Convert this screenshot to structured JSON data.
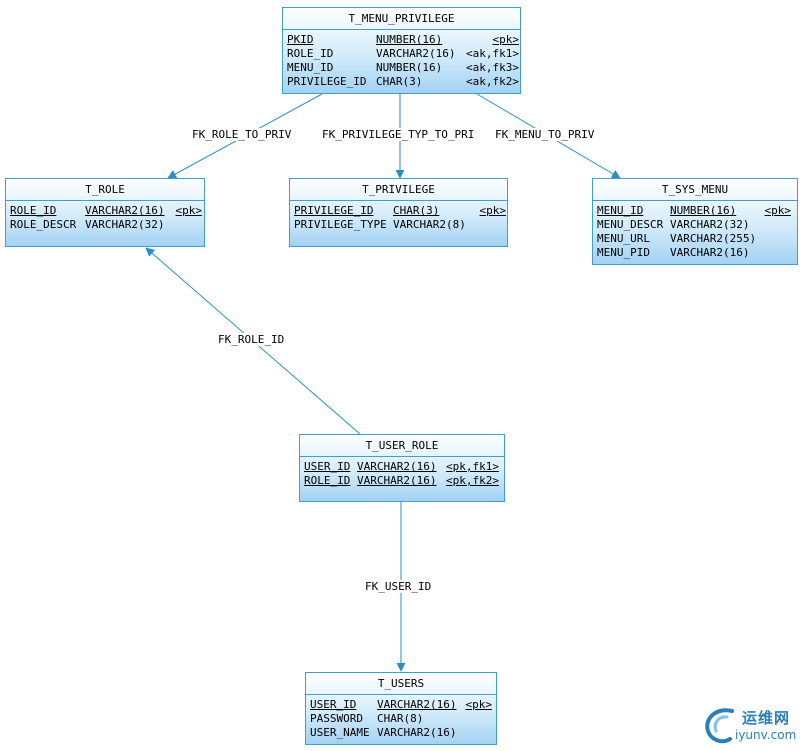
{
  "diagram": {
    "entities": {
      "menu_privilege": {
        "title": "T_MENU_PRIVILEGE",
        "columns": [
          {
            "name": "PKID",
            "type": "NUMBER(16)",
            "key": "<pk>"
          },
          {
            "name": "ROLE_ID",
            "type": "VARCHAR2(16)",
            "key": "<ak,fk1>"
          },
          {
            "name": "MENU_ID",
            "type": "NUMBER(16)",
            "key": "<ak,fk3>"
          },
          {
            "name": "PRIVILEGE_ID",
            "type": "CHAR(3)",
            "key": "<ak,fk2>"
          }
        ]
      },
      "role": {
        "title": "T_ROLE",
        "columns": [
          {
            "name": "ROLE_ID",
            "type": "VARCHAR2(16)",
            "key": "<pk>"
          },
          {
            "name": "ROLE_DESCR",
            "type": "VARCHAR2(32)",
            "key": ""
          }
        ]
      },
      "privilege": {
        "title": "T_PRIVILEGE",
        "columns": [
          {
            "name": "PRIVILEGE_ID",
            "type": "CHAR(3)",
            "key": "<pk>"
          },
          {
            "name": "PRIVILEGE_TYPE",
            "type": "VARCHAR2(8)",
            "key": ""
          }
        ]
      },
      "sys_menu": {
        "title": "T_SYS_MENU",
        "columns": [
          {
            "name": "MENU_ID",
            "type": "NUMBER(16)",
            "key": "<pk>"
          },
          {
            "name": "MENU_DESCR",
            "type": "VARCHAR2(32)",
            "key": ""
          },
          {
            "name": "MENU_URL",
            "type": "VARCHAR2(255)",
            "key": ""
          },
          {
            "name": "MENU_PID",
            "type": "VARCHAR2(16)",
            "key": ""
          }
        ]
      },
      "user_role": {
        "title": "T_USER_ROLE",
        "columns": [
          {
            "name": "USER_ID",
            "type": "VARCHAR2(16)",
            "key": "<pk,fk1>"
          },
          {
            "name": "ROLE_ID",
            "type": "VARCHAR2(16)",
            "key": "<pk,fk2>"
          }
        ]
      },
      "users": {
        "title": "T_USERS",
        "columns": [
          {
            "name": "USER_ID",
            "type": "VARCHAR2(16)",
            "key": "<pk>"
          },
          {
            "name": "PASSWORD",
            "type": "CHAR(8)",
            "key": ""
          },
          {
            "name": "USER_NAME",
            "type": "VARCHAR2(16)",
            "key": ""
          }
        ]
      }
    },
    "links": {
      "role_to_priv": "FK_ROLE_TO_PRIV",
      "privilege_typ_to_pri": "FK_PRIVILEGE_TYP_TO_PRI",
      "menu_to_priv": "FK_MENU_TO_PRIV",
      "role_id": "FK_ROLE_ID",
      "user_id": "FK_USER_ID"
    }
  },
  "colors": {
    "border": "#3f9fc8",
    "line": "#2a8fc4",
    "gradient_top": "#ffffff",
    "gradient_bottom": "#a3d2f3",
    "logo": "#2a7fb9"
  },
  "watermark": {
    "brand_cn": "运维网",
    "brand_en": "iyunv.com"
  }
}
